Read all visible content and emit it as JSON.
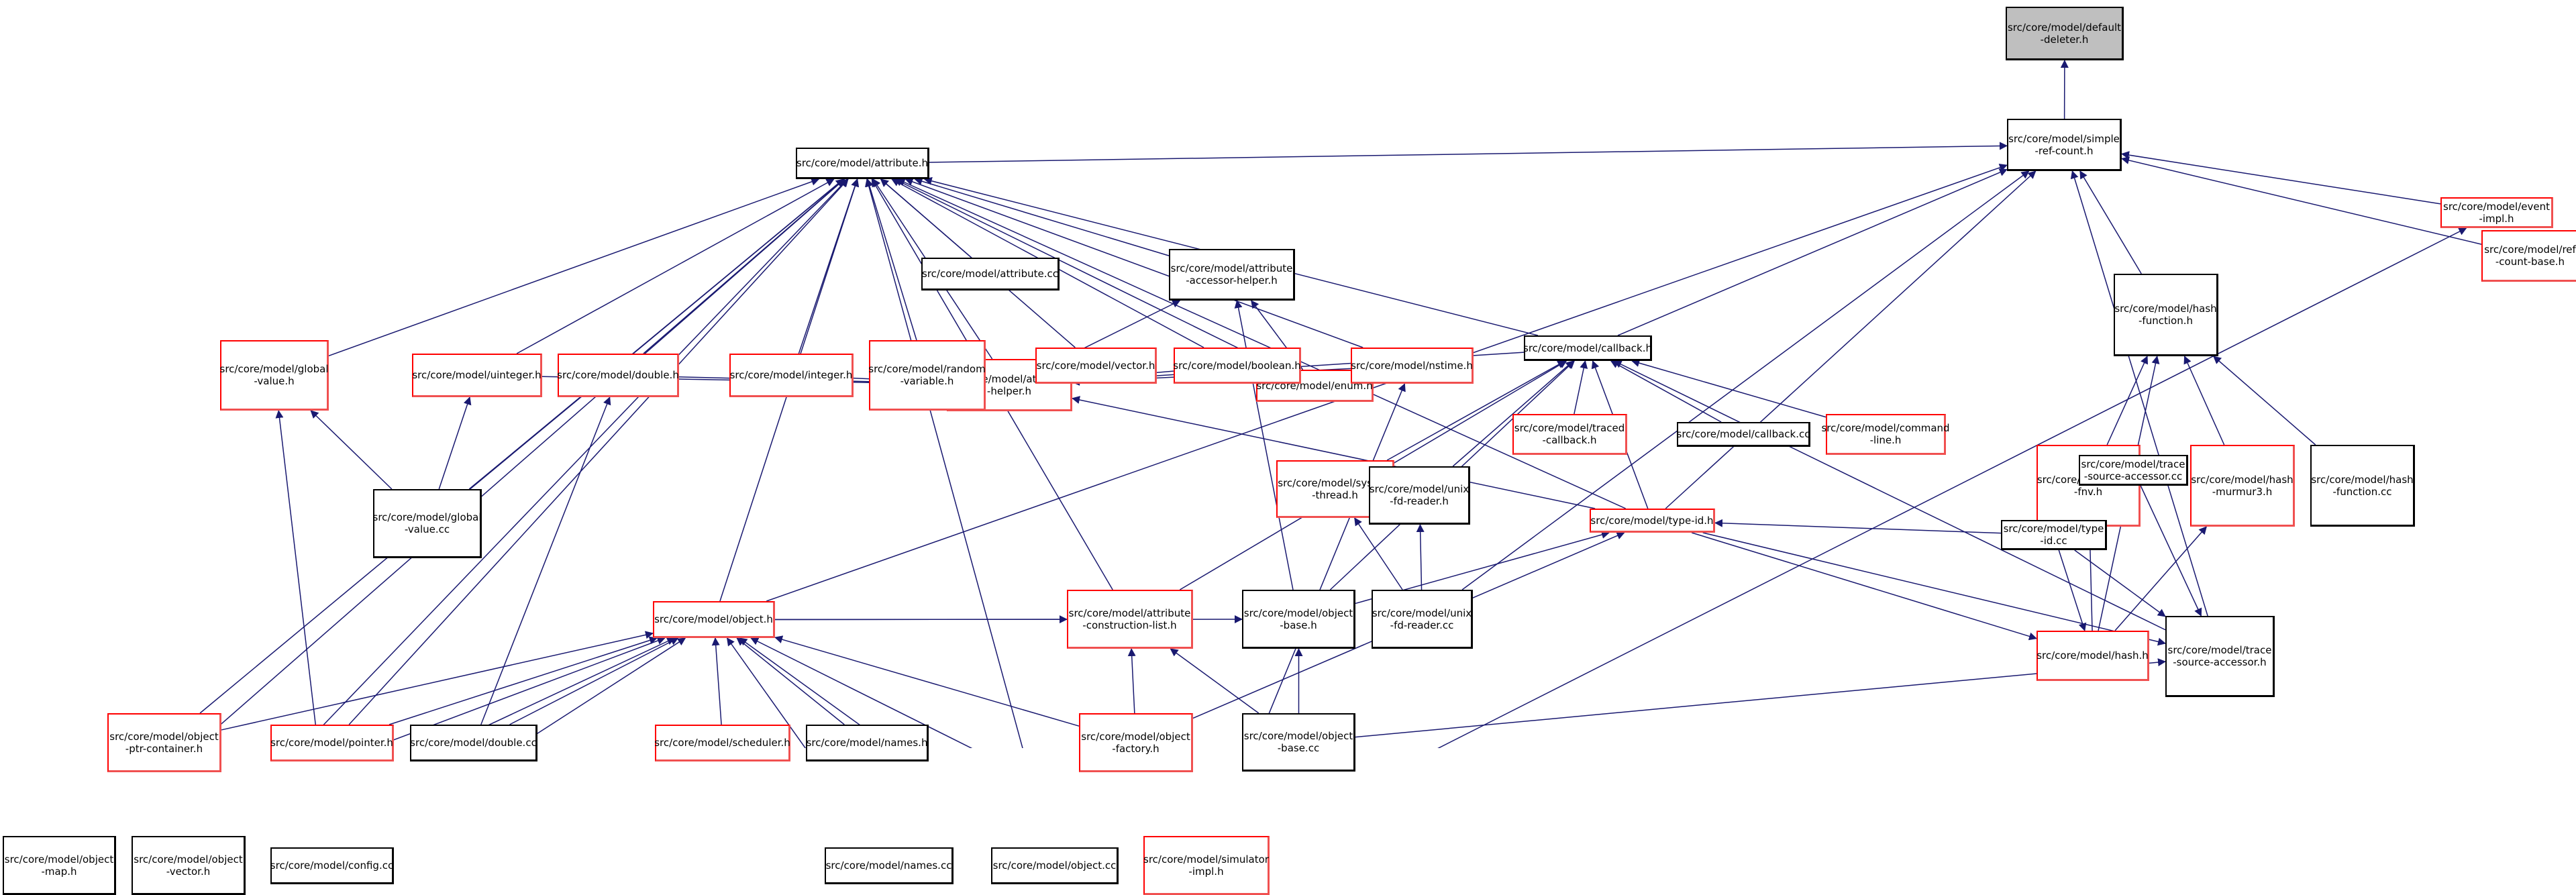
{
  "colors": {
    "edge": "#191970",
    "node_border": "#000000",
    "truncated_border": "#ff0000",
    "root_fill": "#bfbfbf"
  },
  "nodes": [
    {
      "id": "default-deleter",
      "label": "src/core/model/default\n-deleter.h",
      "style": "gray"
    },
    {
      "id": "simple-ref-count",
      "label": "src/core/model/simple\n-ref-count.h",
      "style": "black"
    },
    {
      "id": "ref-count-base",
      "label": "src/core/model/ref\n-count-base.h",
      "style": "red"
    },
    {
      "id": "event-impl",
      "label": "src/core/model/event\n-impl.h",
      "style": "red"
    },
    {
      "id": "attribute-h",
      "label": "src/core/model/attribute.h",
      "style": "black"
    },
    {
      "id": "attribute-cc",
      "label": "src/core/model/attribute.cc",
      "style": "black"
    },
    {
      "id": "attribute-accessor-helper",
      "label": "src/core/model/attribute\n-accessor-helper.h",
      "style": "black"
    },
    {
      "id": "attribute-helper",
      "label": "src/core/model/attribute\n-helper.h",
      "style": "red"
    },
    {
      "id": "enum-h",
      "label": "src/core/model/enum.h",
      "style": "red"
    },
    {
      "id": "global-value-h",
      "label": "src/core/model/global\n-value.h",
      "style": "red"
    },
    {
      "id": "uinteger-h",
      "label": "src/core/model/uinteger.h",
      "style": "red"
    },
    {
      "id": "double-h",
      "label": "src/core/model/double.h",
      "style": "red"
    },
    {
      "id": "integer-h",
      "label": "src/core/model/integer.h",
      "style": "red"
    },
    {
      "id": "random-variable-h",
      "label": "src/core/model/random\n-variable.h",
      "style": "red"
    },
    {
      "id": "vector-h",
      "label": "src/core/model/vector.h",
      "style": "red"
    },
    {
      "id": "boolean-h",
      "label": "src/core/model/boolean.h",
      "style": "red"
    },
    {
      "id": "nstime-h",
      "label": "src/core/model/nstime.h",
      "style": "red"
    },
    {
      "id": "callback-h",
      "label": "src/core/model/callback.h",
      "style": "black"
    },
    {
      "id": "hash-function-h",
      "label": "src/core/model/hash\n-function.h",
      "style": "black"
    },
    {
      "id": "hash-fnv-h",
      "label": "src/core/model/hash\n-fnv.h",
      "style": "red"
    },
    {
      "id": "hash-murmur3-h",
      "label": "src/core/model/hash\n-murmur3.h",
      "style": "red"
    },
    {
      "id": "hash-function-cc",
      "label": "src/core/model/hash\n-function.cc",
      "style": "black"
    },
    {
      "id": "global-value-cc",
      "label": "src/core/model/global\n-value.cc",
      "style": "black"
    },
    {
      "id": "system-thread-h",
      "label": "src/core/model/system\n-thread.h",
      "style": "red"
    },
    {
      "id": "traced-callback-h",
      "label": "src/core/model/traced\n-callback.h",
      "style": "red"
    },
    {
      "id": "callback-cc",
      "label": "src/core/model/callback.cc",
      "style": "black"
    },
    {
      "id": "command-line-h",
      "label": "src/core/model/command\n-line.h",
      "style": "red"
    },
    {
      "id": "hash-h",
      "label": "src/core/model/hash.h",
      "style": "red"
    },
    {
      "id": "trace-source-accessor-h",
      "label": "src/core/model/trace\n-source-accessor.h",
      "style": "black"
    },
    {
      "id": "unix-fd-reader-h",
      "label": "src/core/model/unix\n-fd-reader.h",
      "style": "black"
    },
    {
      "id": "type-id-h",
      "label": "src/core/model/type-id.h",
      "style": "red"
    },
    {
      "id": "trace-source-accessor-cc",
      "label": "src/core/model/trace\n-source-accessor.cc",
      "style": "black"
    },
    {
      "id": "attribute-construction-list",
      "label": "src/core/model/attribute\n-construction-list.h",
      "style": "red"
    },
    {
      "id": "object-base-h",
      "label": "src/core/model/object\n-base.h",
      "style": "black"
    },
    {
      "id": "unix-fd-reader-cc",
      "label": "src/core/model/unix\n-fd-reader.cc",
      "style": "black"
    },
    {
      "id": "type-id-cc",
      "label": "src/core/model/type\n-id.cc",
      "style": "black"
    },
    {
      "id": "object-h",
      "label": "src/core/model/object.h",
      "style": "red"
    },
    {
      "id": "object-base-cc",
      "label": "src/core/model/object\n-base.cc",
      "style": "black"
    },
    {
      "id": "object-ptr-container",
      "label": "src/core/model/object\n-ptr-container.h",
      "style": "red"
    },
    {
      "id": "pointer-h",
      "label": "src/core/model/pointer.h",
      "style": "red"
    },
    {
      "id": "double-cc",
      "label": "src/core/model/double.cc",
      "style": "black"
    },
    {
      "id": "scheduler-h",
      "label": "src/core/model/scheduler.h",
      "style": "red"
    },
    {
      "id": "names-h",
      "label": "src/core/model/names.h",
      "style": "black"
    },
    {
      "id": "object-factory-h",
      "label": "src/core/model/object\n-factory.h",
      "style": "red"
    },
    {
      "id": "object-map-h",
      "label": "src/core/model/object\n-map.h",
      "style": "black"
    },
    {
      "id": "object-vector-h",
      "label": "src/core/model/object\n-vector.h",
      "style": "black"
    },
    {
      "id": "config-cc",
      "label": "src/core/model/config.cc",
      "style": "black"
    },
    {
      "id": "names-cc",
      "label": "src/core/model/names.cc",
      "style": "black"
    },
    {
      "id": "object-cc",
      "label": "src/core/model/object.cc",
      "style": "black"
    },
    {
      "id": "simulator-impl-h",
      "label": "src/core/model/simulator\n-impl.h",
      "style": "red"
    }
  ],
  "edges": [
    [
      "simple-ref-count",
      "default-deleter"
    ],
    [
      "ref-count-base",
      "simple-ref-count"
    ],
    [
      "event-impl",
      "simple-ref-count"
    ],
    [
      "attribute-h",
      "simple-ref-count"
    ],
    [
      "object-h",
      "simple-ref-count"
    ],
    [
      "callback-h",
      "simple-ref-count"
    ],
    [
      "type-id-h",
      "simple-ref-count"
    ],
    [
      "unix-fd-reader-cc",
      "simple-ref-count"
    ],
    [
      "hash-function-h",
      "simple-ref-count"
    ],
    [
      "trace-source-accessor-h",
      "simple-ref-count"
    ],
    [
      "attribute-cc",
      "attribute-h"
    ],
    [
      "attribute-accessor-helper",
      "attribute-h"
    ],
    [
      "attribute-helper",
      "attribute-h"
    ],
    [
      "enum-h",
      "attribute-h"
    ],
    [
      "global-value-h",
      "attribute-h"
    ],
    [
      "uinteger-h",
      "attribute-h"
    ],
    [
      "double-h",
      "attribute-h"
    ],
    [
      "integer-h",
      "attribute-h"
    ],
    [
      "random-variable-h",
      "attribute-h"
    ],
    [
      "vector-h",
      "attribute-h"
    ],
    [
      "boolean-h",
      "attribute-h"
    ],
    [
      "nstime-h",
      "attribute-h"
    ],
    [
      "callback-h",
      "attribute-h"
    ],
    [
      "type-id-h",
      "attribute-h"
    ],
    [
      "global-value-cc",
      "attribute-h"
    ],
    [
      "object-h",
      "attribute-h"
    ],
    [
      "object-ptr-container",
      "attribute-h"
    ],
    [
      "pointer-h",
      "attribute-h"
    ],
    [
      "object-map-h",
      "attribute-h"
    ],
    [
      "object-vector-h",
      "attribute-h"
    ],
    [
      "object-cc",
      "attribute-h"
    ],
    [
      "attribute-construction-list",
      "attribute-h"
    ],
    [
      "attribute-helper",
      "attribute-accessor-helper"
    ],
    [
      "enum-h",
      "attribute-accessor-helper"
    ],
    [
      "object-base-h",
      "attribute-accessor-helper"
    ],
    [
      "uinteger-h",
      "attribute-helper"
    ],
    [
      "double-h",
      "attribute-helper"
    ],
    [
      "integer-h",
      "attribute-helper"
    ],
    [
      "random-variable-h",
      "attribute-helper"
    ],
    [
      "vector-h",
      "attribute-helper"
    ],
    [
      "boolean-h",
      "attribute-helper"
    ],
    [
      "nstime-h",
      "attribute-helper"
    ],
    [
      "callback-h",
      "attribute-helper"
    ],
    [
      "type-id-h",
      "attribute-helper"
    ],
    [
      "global-value-cc",
      "global-value-h"
    ],
    [
      "config-cc",
      "global-value-h"
    ],
    [
      "global-value-cc",
      "uinteger-h"
    ],
    [
      "double-cc",
      "double-h"
    ],
    [
      "simulator-impl-h",
      "nstime-h"
    ],
    [
      "system-thread-h",
      "callback-h"
    ],
    [
      "traced-callback-h",
      "callback-h"
    ],
    [
      "callback-cc",
      "callback-h"
    ],
    [
      "command-line-h",
      "callback-h"
    ],
    [
      "type-id-h",
      "callback-h"
    ],
    [
      "unix-fd-reader-h",
      "callback-h"
    ],
    [
      "object-base-h",
      "callback-h"
    ],
    [
      "trace-source-accessor-h",
      "callback-h"
    ],
    [
      "attribute-construction-list",
      "callback-h"
    ],
    [
      "unix-fd-reader-h",
      "system-thread-h"
    ],
    [
      "unix-fd-reader-cc",
      "system-thread-h"
    ],
    [
      "unix-fd-reader-cc",
      "unix-fd-reader-h"
    ],
    [
      "hash-fnv-h",
      "hash-function-h"
    ],
    [
      "hash-murmur3-h",
      "hash-function-h"
    ],
    [
      "hash-function-cc",
      "hash-function-h"
    ],
    [
      "hash-h",
      "hash-function-h"
    ],
    [
      "hash-h",
      "hash-fnv-h"
    ],
    [
      "hash-h",
      "hash-murmur3-h"
    ],
    [
      "type-id-h",
      "hash-h"
    ],
    [
      "type-id-cc",
      "hash-h"
    ],
    [
      "type-id-h",
      "trace-source-accessor-h"
    ],
    [
      "trace-source-accessor-cc",
      "trace-source-accessor-h"
    ],
    [
      "type-id-cc",
      "trace-source-accessor-h"
    ],
    [
      "object-base-cc",
      "trace-source-accessor-h"
    ],
    [
      "object-base-h",
      "type-id-h"
    ],
    [
      "object-factory-h",
      "type-id-h"
    ],
    [
      "type-id-cc",
      "type-id-h"
    ],
    [
      "object-h",
      "attribute-construction-list"
    ],
    [
      "object-base-cc",
      "attribute-construction-list"
    ],
    [
      "object-factory-h",
      "attribute-construction-list"
    ],
    [
      "object-h",
      "object-base-h"
    ],
    [
      "object-base-cc",
      "object-base-h"
    ],
    [
      "object-ptr-container",
      "object-h"
    ],
    [
      "pointer-h",
      "object-h"
    ],
    [
      "double-cc",
      "object-h"
    ],
    [
      "scheduler-h",
      "object-h"
    ],
    [
      "names-h",
      "object-h"
    ],
    [
      "object-factory-h",
      "object-h"
    ],
    [
      "object-map-h",
      "object-h"
    ],
    [
      "object-vector-h",
      "object-h"
    ],
    [
      "config-cc",
      "object-h"
    ],
    [
      "names-cc",
      "object-h"
    ],
    [
      "object-cc",
      "object-h"
    ],
    [
      "simulator-impl-h",
      "object-h"
    ],
    [
      "object-map-h",
      "object-ptr-container"
    ],
    [
      "object-vector-h",
      "object-ptr-container"
    ],
    [
      "config-cc",
      "object-ptr-container"
    ],
    [
      "config-cc",
      "pointer-h"
    ],
    [
      "config-cc",
      "names-h"
    ],
    [
      "names-cc",
      "names-h"
    ],
    [
      "object-cc",
      "object-factory-h"
    ],
    [
      "simulator-impl-h",
      "object-factory-h"
    ],
    [
      "simulator-impl-h",
      "event-impl"
    ]
  ]
}
